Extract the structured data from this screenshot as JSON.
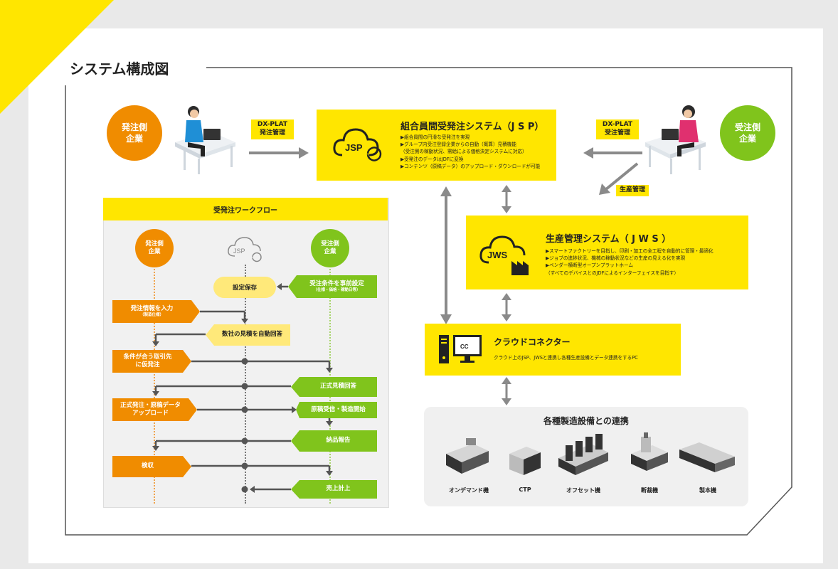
{
  "title": "システム構成図",
  "orderer": {
    "label": "発注側\n企業"
  },
  "receiver": {
    "label": "受注側\n企業"
  },
  "dx_tag_left": "DX-PLAT\n発注管理",
  "dx_tag_right": "DX-PLAT\n受注管理",
  "production_tag": "生産管理",
  "jsp": {
    "title": "組合員間受発注システム（J S P）",
    "icon_text": "JSP",
    "bullets": "▶組合員間の円滑な受発注を実現\n▶グループ内受注登録企業からの自動（概算）見積機能\n（受注側の稼動状況、需給による価格決定システムに対応）\n▶受発注のデータはJDFに変換\n▶コンテンツ（原稿データ）のアップロード・ダウンロードが可能"
  },
  "jws": {
    "title": "生産管理システム（ J W S ）",
    "icon_text": "JWS",
    "bullets": "▶スマートファクトリーを目指し、印刷・加工の全工程を自動的に管理・最適化\n▶ジョブの進捗状況、機械の稼動状況などの生産の見える化を実現\n▶ベンダー横断型オープンプラットホーム\n（すべてのデバイスとのJDFによるインターフェイスを目指す）"
  },
  "connector": {
    "title": "クラウドコネクター",
    "icon_text": "CC",
    "desc": "クラウド上のJSP、JWSと連携し各種生産設備とデータ連携をするPC"
  },
  "workflow": {
    "title": "受発注ワークフロー",
    "col_orderer": "発注側\n企業",
    "col_jsp": "JSP",
    "col_receiver": "受注側\n企業",
    "steps": {
      "recv_setup": "受注条件を事前設定",
      "recv_setup_sub": "（仕様・価格・稼動日等）",
      "save": "設定保存",
      "order_input": "発注情報を入力",
      "order_input_sub": "（製造仕様）",
      "auto_quote": "数社の見積を自動回答",
      "provisional_1": "条件が合う取引先",
      "provisional_2": "に仮発注",
      "formal_quote": "正式見積回答",
      "formal_order_1": "正式発注・原稿データ",
      "formal_order_2": "アップロード",
      "start_prod": "原稿受信・製造開始",
      "delivery": "納品報告",
      "inspection": "検収",
      "sales": "売上計上"
    }
  },
  "equipment": {
    "title": "各種製造設備との連携",
    "items": [
      "オンデマンド機",
      "CTP",
      "オフセット機",
      "断裁機",
      "製本機"
    ]
  },
  "colors": {
    "yellow": "#ffe600",
    "orange": "#f08c00",
    "green": "#80c41c",
    "gray": "#8a8a8a"
  }
}
